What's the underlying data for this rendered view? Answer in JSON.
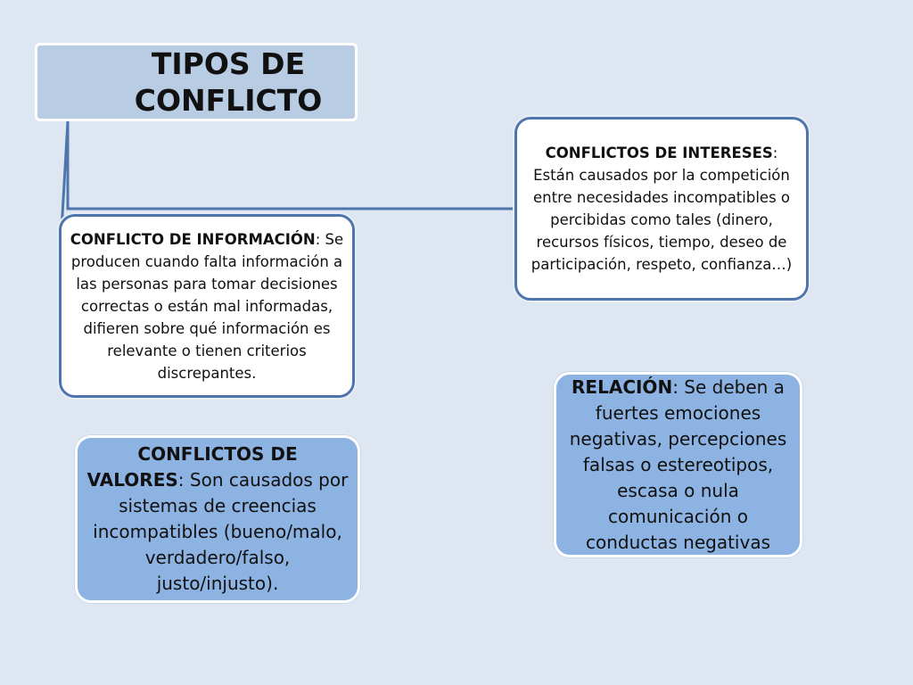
{
  "title": "TIPOS DE CONFLICTO",
  "nodes": {
    "informacion": {
      "heading": "CONFLICTO DE INFORMACIÓN",
      "sep": ":",
      "text": " Se producen cuando falta información a las personas para tomar decisiones correctas o están mal informadas, difieren sobre qué información es relevante o tienen criterios discrepantes."
    },
    "intereses": {
      "heading": "CONFLICTOS DE INTERESES",
      "sep": ":",
      "text": " Están causados por la competición entre necesidades incompatibles o percibidas como tales (dinero, recursos físicos, tiempo, deseo de participación, respeto, confianza…)"
    },
    "valores": {
      "heading": "CONFLICTOS DE VALORES",
      "sep": ":",
      "text": " Son causados por sistemas de creencias incompatibles (bueno/malo, verdadero/falso, justo/injusto)."
    },
    "relacion": {
      "heading": "RELACIÓN",
      "sep": ":",
      "text": " Se deben a fuertes emociones negativas, percepciones falsas o estereotipos, escasa o nula comunicación o conductas negativas"
    }
  },
  "colors": {
    "background": "#dde6f1",
    "title_fill": "#b8cce4",
    "blue_fill": "#8db3e2",
    "connector": "#4f75ad"
  }
}
